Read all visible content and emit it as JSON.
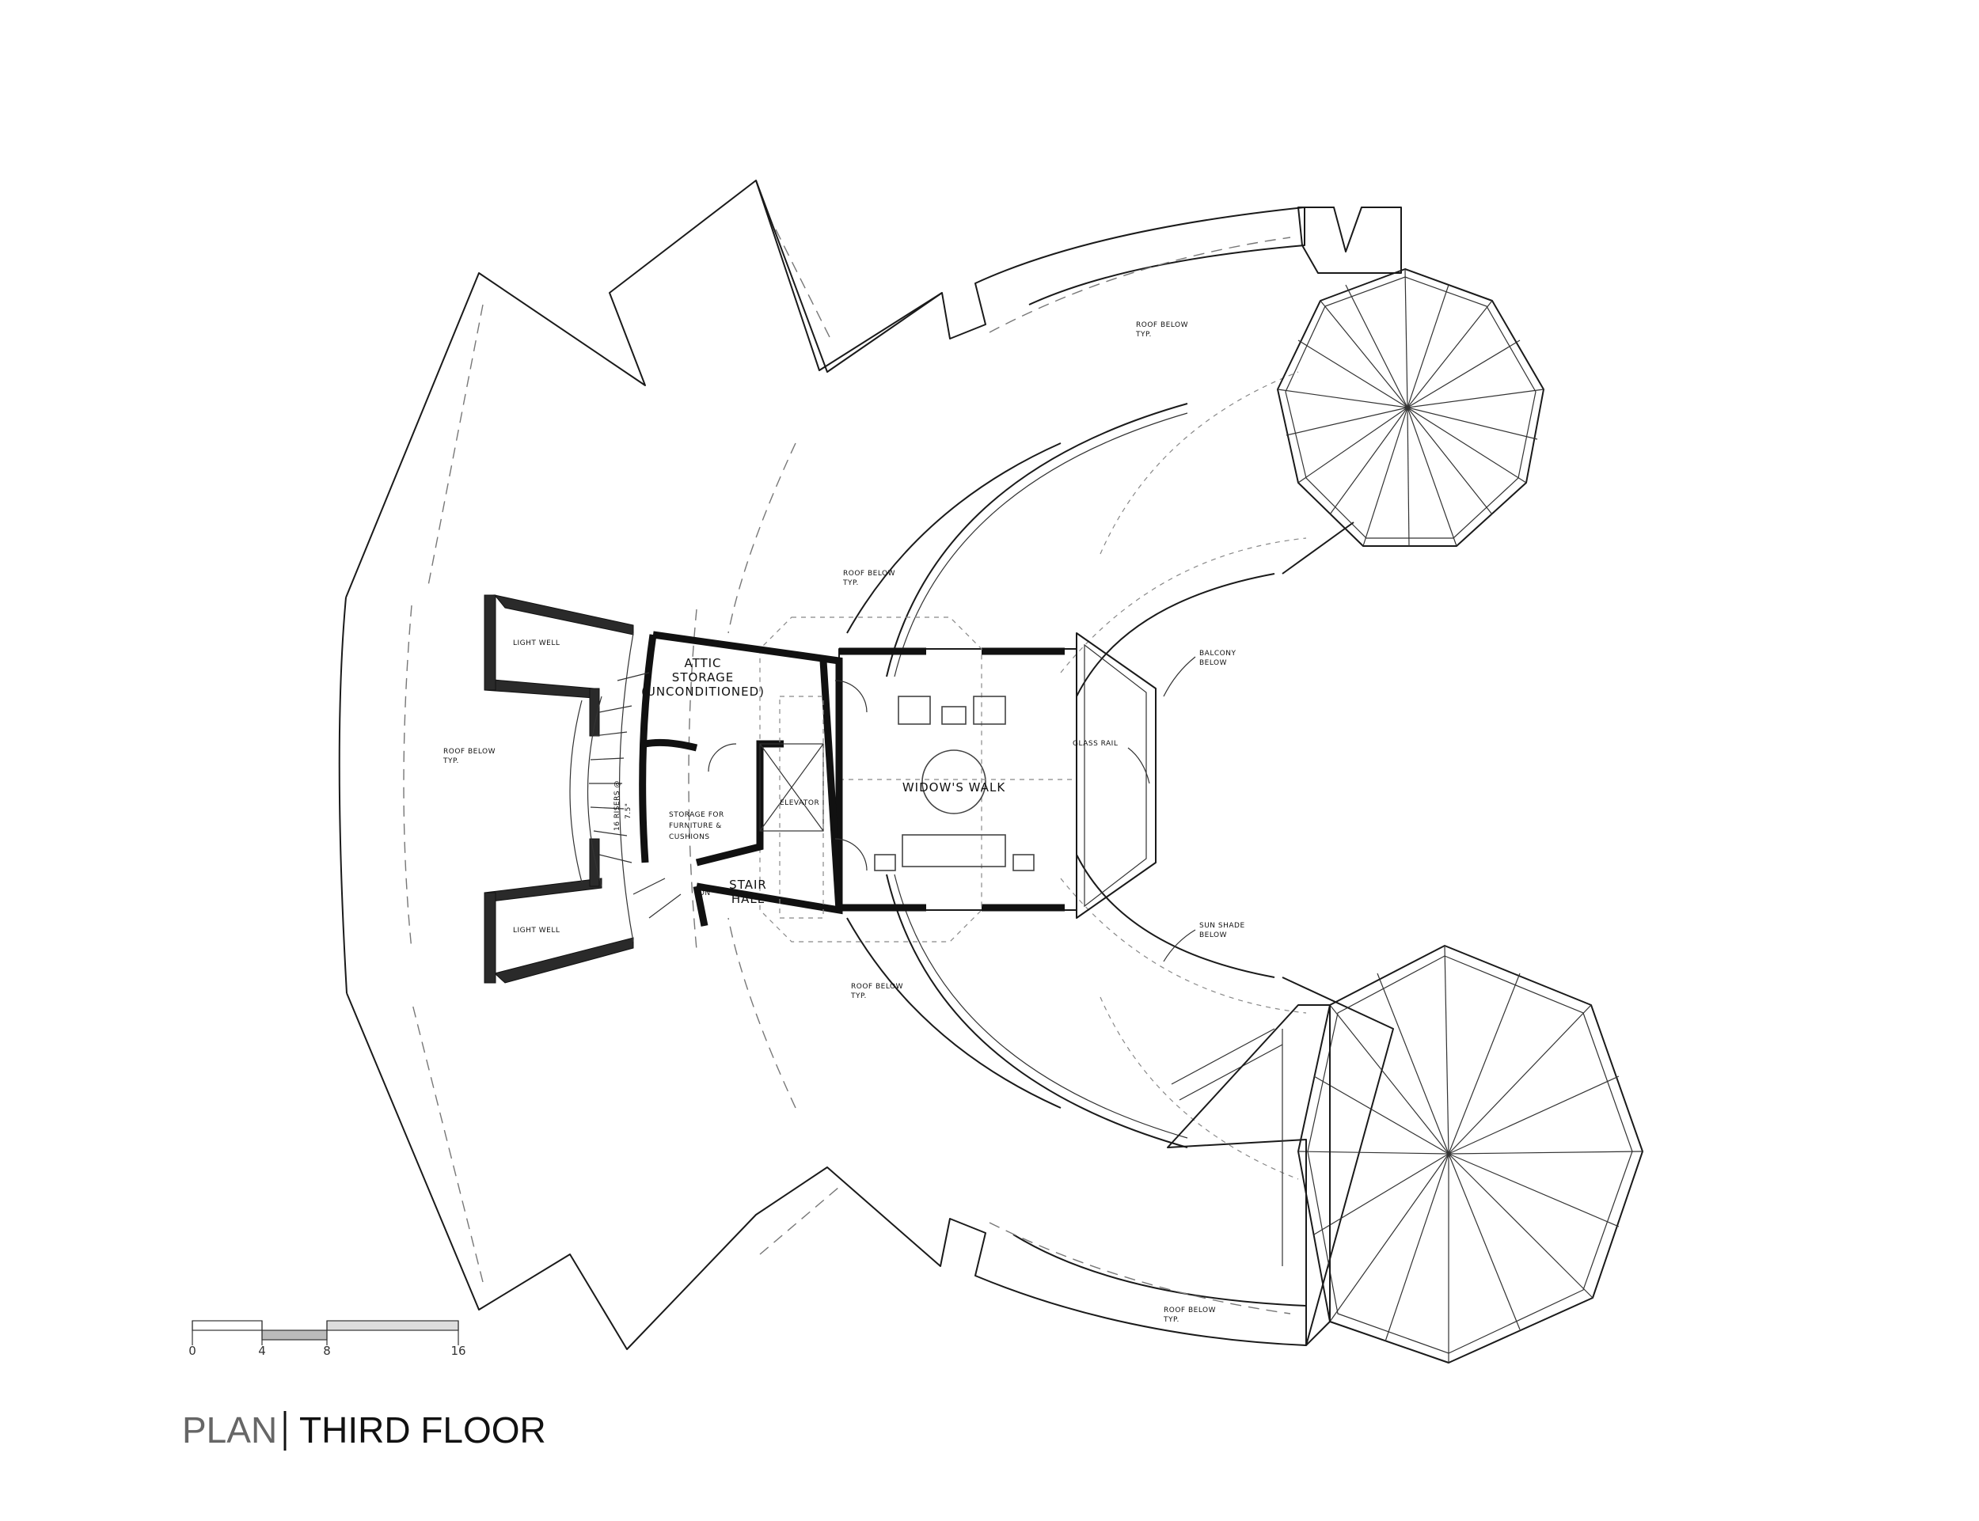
{
  "title": {
    "prefix": "PLAN",
    "name": "THIRD FLOOR"
  },
  "rooms": {
    "light_well_upper": "LIGHT WELL",
    "light_well_lower": "LIGHT WELL",
    "attic_line1": "ATTIC",
    "attic_line2": "STORAGE",
    "attic_line3": "(UNCONDITIONED)",
    "storage_line1": "STORAGE FOR",
    "storage_line2": "FURNITURE &",
    "storage_line3": "CUSHIONS",
    "elevator": "ELEVATOR",
    "stair_line1": "STAIR",
    "stair_line2": "HALL",
    "down": "DN",
    "widows_walk": "WIDOW'S WALK"
  },
  "notes": {
    "roof_top_1": "ROOF BELOW",
    "roof_top_2": "TYP.",
    "roof_mid_1": "ROOF BELOW",
    "roof_mid_2": "TYP.",
    "roof_left_1": "ROOF BELOW",
    "roof_left_2": "TYP.",
    "roof_low_1": "ROOF BELOW",
    "roof_low_2": "TYP.",
    "roof_br_1": "ROOF BELOW",
    "roof_br_2": "TYP.",
    "balcony_1": "BALCONY",
    "balcony_2": "BELOW",
    "glass_rail": "GLASS RAIL",
    "sunshade_1": "SUN SHADE",
    "sunshade_2": "BELOW",
    "risers_1": "16 RISERS @",
    "risers_2": "7.5\""
  },
  "scale_bar": {
    "ticks": [
      "0",
      "4",
      "8",
      "16"
    ]
  }
}
